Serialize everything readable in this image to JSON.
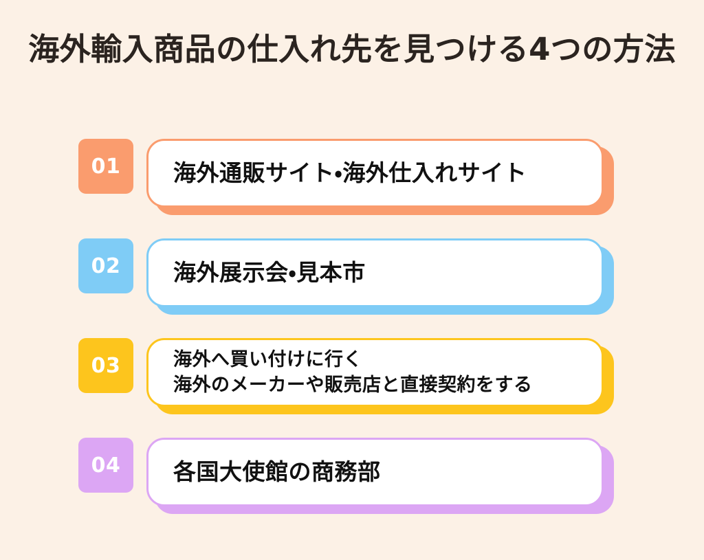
{
  "page": {
    "background_color": "#FCF1E6",
    "title": "海外輸入商品の仕入れ先を見つける4つの方法",
    "title_color": "#2B2420"
  },
  "items": [
    {
      "number": "01",
      "accent_color": "#FA9C6E",
      "accent_name": "orange",
      "lines": [
        "海外通販サイト・海外仕入れサイト"
      ]
    },
    {
      "number": "02",
      "accent_color": "#7FCCF6",
      "accent_name": "blue",
      "lines": [
        "海外展示会・見本市"
      ]
    },
    {
      "number": "03",
      "accent_color": "#FDC51D",
      "accent_name": "yellow",
      "lines": [
        "海外へ買い付けに行く",
        "海外のメーカーや販売店と直接契約をする"
      ]
    },
    {
      "number": "04",
      "accent_color": "#DCA6F4",
      "accent_name": "purple",
      "lines": [
        "各国大使館の商務部"
      ]
    }
  ]
}
